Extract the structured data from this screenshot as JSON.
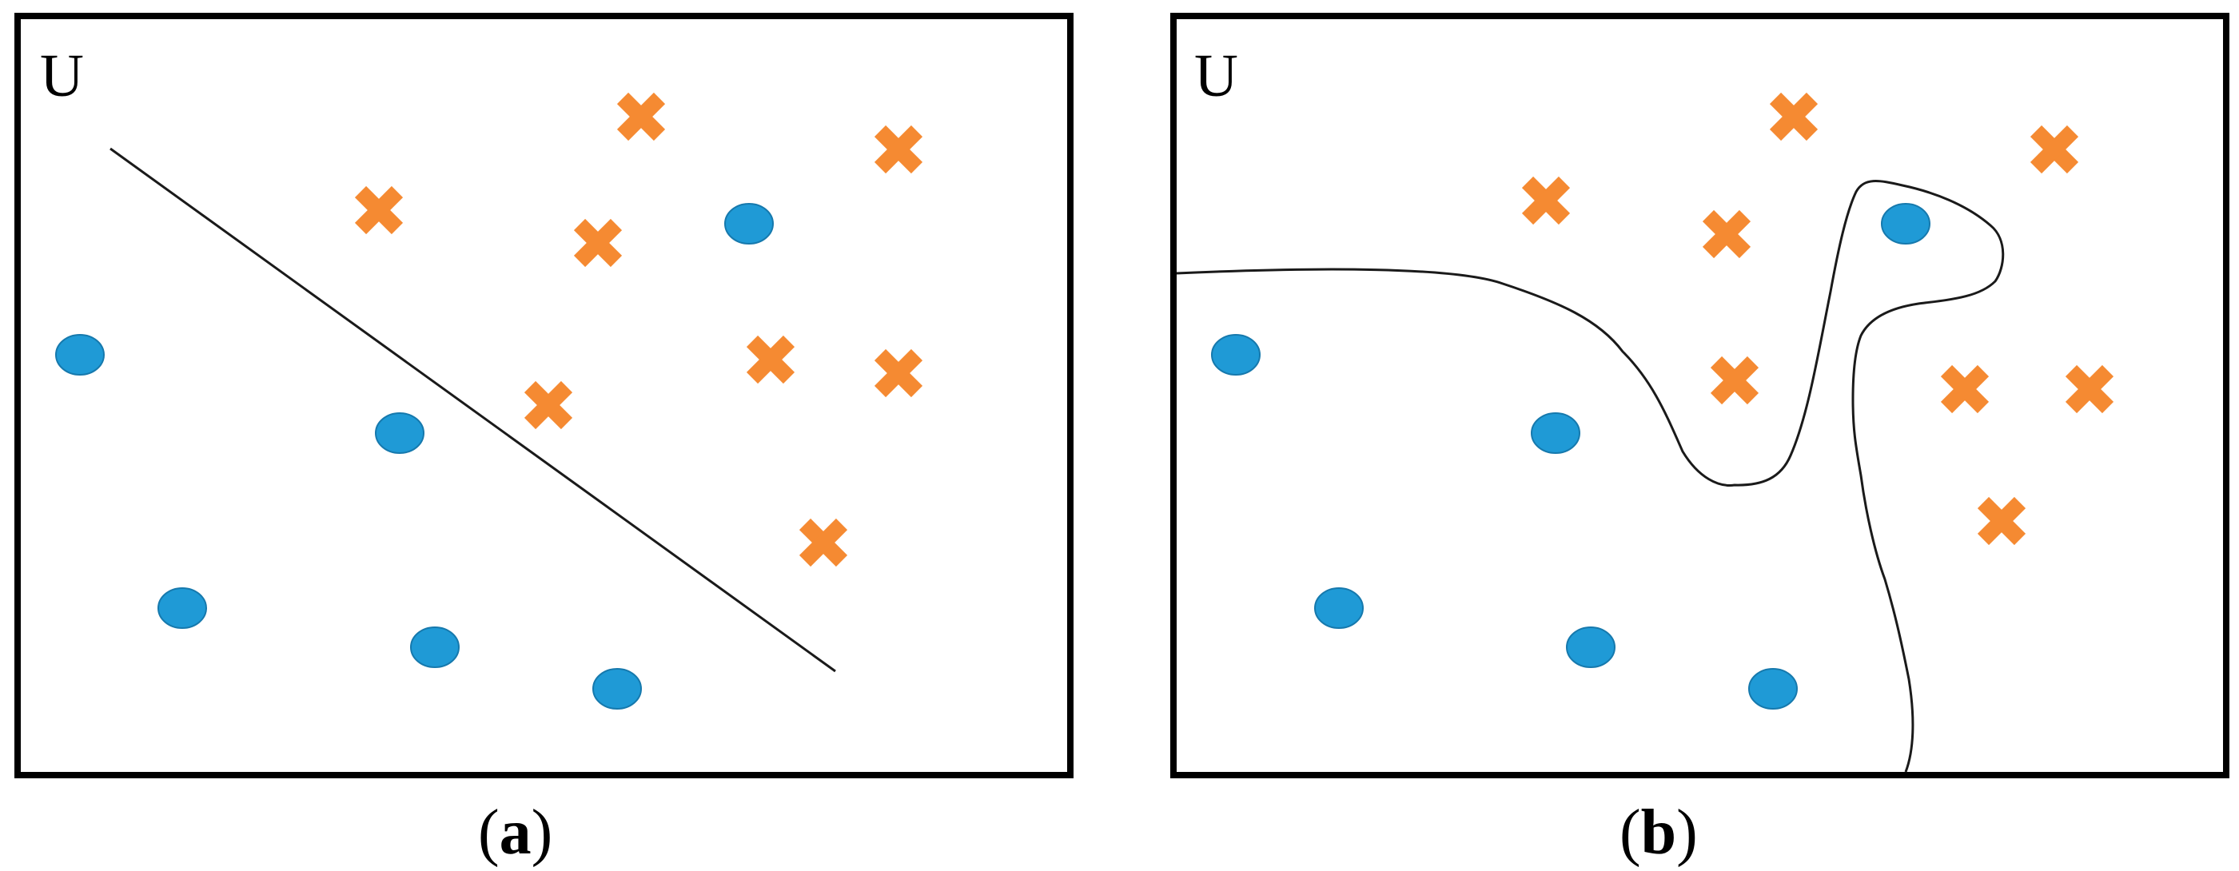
{
  "colors": {
    "circle": "#1f9ad6",
    "circle_stroke": "#1679ad",
    "cross": "#f58a32",
    "frame": "#000000",
    "boundary": "#1a1a1a"
  },
  "icons": {
    "circle": "filled-circle-icon",
    "cross": "cross-mark-icon"
  },
  "panels": [
    {
      "id": "a",
      "set_label": "U",
      "caption_open": "(",
      "caption_letter": "a",
      "caption_close": ")",
      "boundary": "line"
    },
    {
      "id": "b",
      "set_label": "U",
      "caption_open": "(",
      "caption_letter": "b",
      "caption_close": ")",
      "boundary": "curve"
    }
  ]
}
